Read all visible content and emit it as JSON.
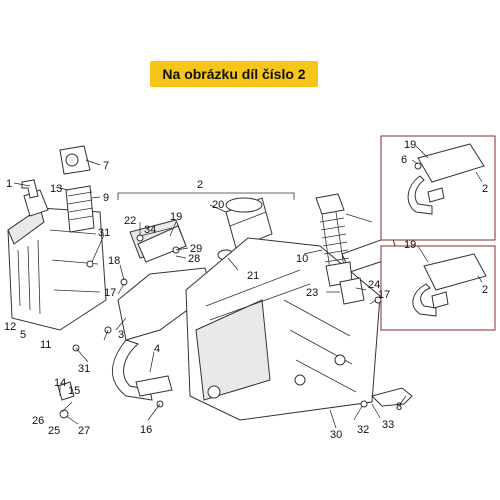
{
  "banner": {
    "text": "Na obrázku díl číslo 2"
  },
  "callouts": {
    "c1": "1",
    "c13": "13",
    "c7": "7",
    "c9": "9",
    "c5": "5",
    "c12": "12",
    "c11": "11",
    "c31a": "31",
    "c31b": "31",
    "c22": "22",
    "c34": "34",
    "c19a": "19",
    "c20": "20",
    "c2top": "2",
    "c18": "18",
    "c17a": "17",
    "c3": "3",
    "c29": "29",
    "c28": "28",
    "c21": "21",
    "c4": "4",
    "c14": "14",
    "c15": "15",
    "c26": "26",
    "c25": "25",
    "c27": "27",
    "c16": "16",
    "c10": "10",
    "c23": "23",
    "c24": "24",
    "c17b": "17",
    "c30": "30",
    "c32": "32",
    "c33": "33",
    "c8": "8",
    "box1_19": "19",
    "box1_6": "6",
    "box1_2": "2",
    "box2_19": "19",
    "box2_2": "2"
  }
}
